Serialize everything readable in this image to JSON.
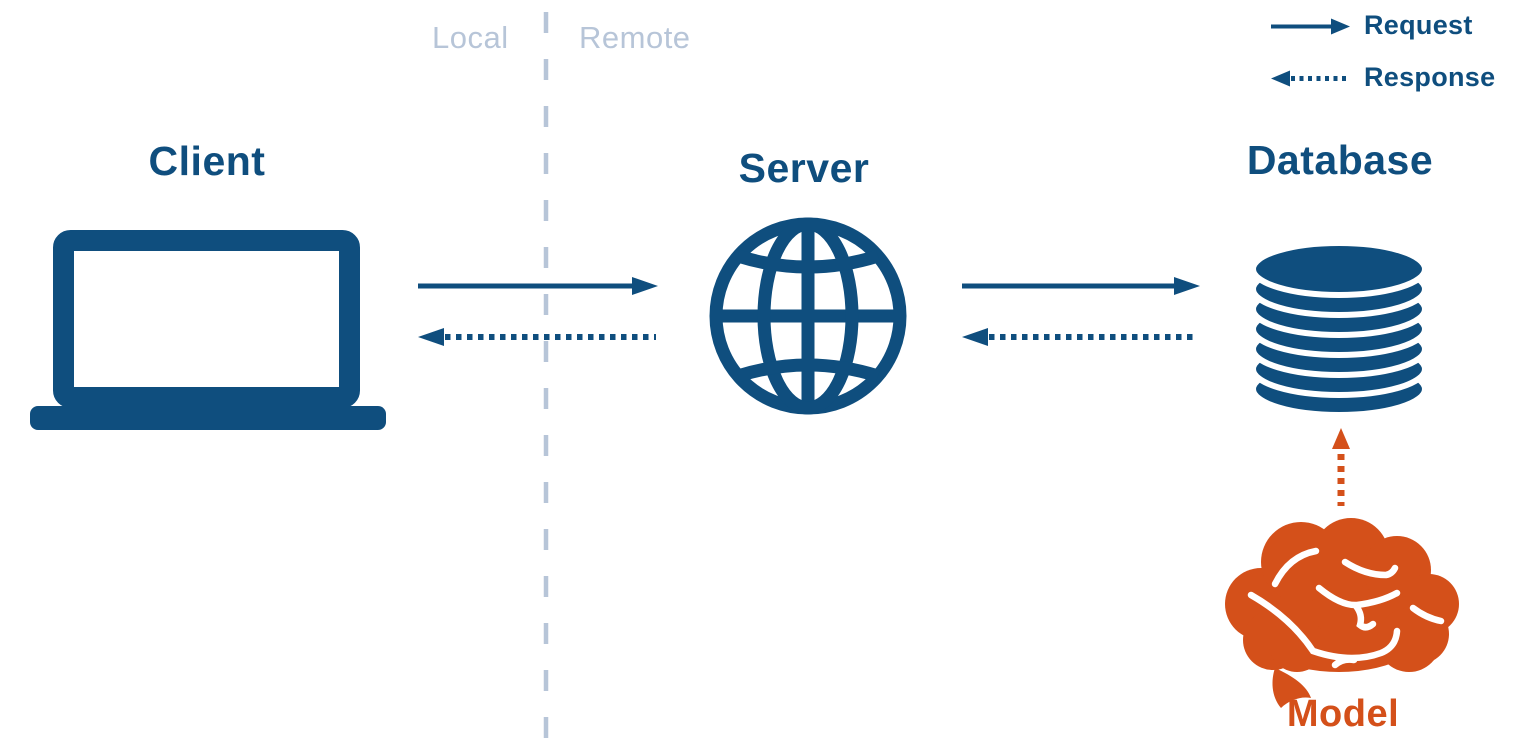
{
  "diagram": {
    "title": "Client Server Database architecture with model",
    "zones": {
      "left": "Local",
      "right": "Remote"
    },
    "legend": {
      "items": [
        {
          "id": "request",
          "label": "Request",
          "line_style": "solid",
          "direction": "right"
        },
        {
          "id": "response",
          "label": "Response",
          "line_style": "dotted",
          "direction": "left"
        }
      ]
    },
    "nodes": [
      {
        "id": "client",
        "label": "Client",
        "icon": "laptop-icon",
        "zone": "Local"
      },
      {
        "id": "server",
        "label": "Server",
        "icon": "globe-icon",
        "zone": "Remote"
      },
      {
        "id": "database",
        "label": "Database",
        "icon": "database-icon",
        "zone": "Remote"
      },
      {
        "id": "model",
        "label": "Model",
        "icon": "brain-icon",
        "zone": "Remote"
      }
    ],
    "connections": [
      {
        "from": "client",
        "to": "server",
        "type": "request",
        "style": "solid",
        "color": "#0f4e7e"
      },
      {
        "from": "server",
        "to": "client",
        "type": "response",
        "style": "dotted",
        "color": "#0f4e7e"
      },
      {
        "from": "server",
        "to": "database",
        "type": "request",
        "style": "solid",
        "color": "#0f4e7e"
      },
      {
        "from": "database",
        "to": "server",
        "type": "response",
        "style": "dotted",
        "color": "#0f4e7e"
      },
      {
        "from": "model",
        "to": "database",
        "type": "response",
        "style": "dotted",
        "color": "#d4501a"
      }
    ],
    "colors": {
      "primary_blue": "#0f4e7e",
      "muted_blue_gray": "#b7c5d8",
      "accent_orange": "#d4501a",
      "background": "#ffffff"
    }
  }
}
